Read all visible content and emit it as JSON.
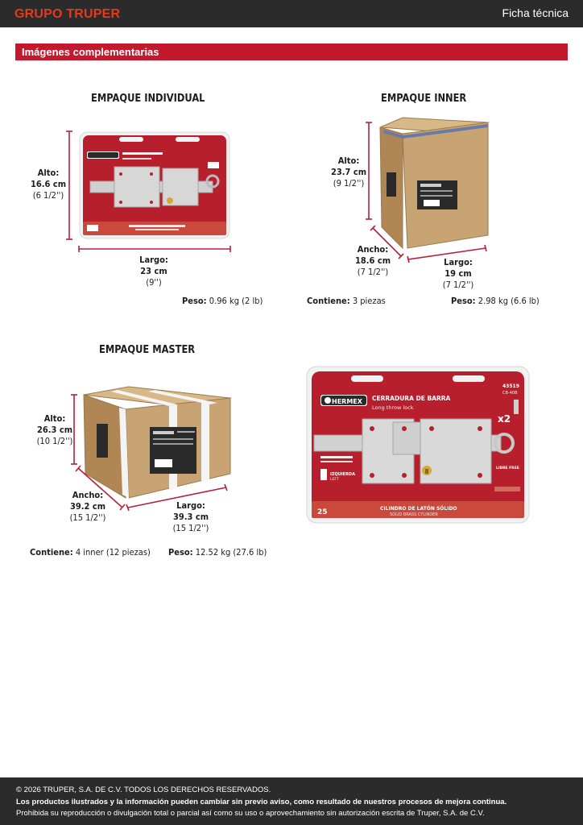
{
  "header": {
    "brand": "GRUPO TRUPER",
    "right_label": "Ficha técnica"
  },
  "section": {
    "title": "Imágenes complementarias"
  },
  "individual": {
    "title": "EMPAQUE INDIVIDUAL",
    "alto_label": "Alto:",
    "alto_cm": "16.6 cm",
    "alto_in": "(6 1/2'')",
    "largo_label": "Largo:",
    "largo_cm": "23 cm",
    "largo_in": "(9'')",
    "peso_label": "Peso:",
    "peso_value": "0.96 kg (2 lb)"
  },
  "inner": {
    "title": "EMPAQUE INNER",
    "alto_label": "Alto:",
    "alto_cm": "23.7 cm",
    "alto_in": "(9 1/2'')",
    "ancho_label": "Ancho:",
    "ancho_cm": "18.6 cm",
    "ancho_in": "(7 1/2'')",
    "largo_label": "Largo:",
    "largo_cm": "19 cm",
    "largo_in": "(7 1/2'')",
    "contiene_label": "Contiene:",
    "contiene_value": "3 piezas",
    "peso_label": "Peso:",
    "peso_value": "2.98 kg (6.6 lb)"
  },
  "master": {
    "title": "EMPAQUE MASTER",
    "alto_label": "Alto:",
    "alto_cm": "26.3 cm",
    "alto_in": "(10 1/2'')",
    "ancho_label": "Ancho:",
    "ancho_cm": "39.2 cm",
    "ancho_in": "(15 1/2'')",
    "largo_label": "Largo:",
    "largo_cm": "39.3 cm",
    "largo_in": "(15 1/2'')",
    "contiene_label": "Contiene:",
    "contiene_value": "4 inner (12 piezas)",
    "peso_label": "Peso:",
    "peso_value": "12.52 kg (27.6 lb)"
  },
  "product": {
    "brand": "HERMEX",
    "name": "CERRADURA DE BARRA",
    "subtitle": "Long throw lock",
    "code": "43519",
    "model": "CB-40B",
    "qty": "x2",
    "side_label": "IZQUIERDA",
    "side_label_en": "LEFT",
    "libre": "LIBRE FREE",
    "bottom_es": "CILINDRO DE LATÓN SÓLIDO",
    "bottom_en": "SOLID BRASS CYLINDER",
    "warranty": "25",
    "box_code": "43519"
  },
  "colors": {
    "brand": "#e53a1e",
    "section": "#c2192f",
    "arrow": "#b5203a",
    "package_red": "#b81f2c",
    "carton": "#c8a474"
  },
  "footer": {
    "line1": "© 2026 TRUPER, S.A. DE C.V. TODOS LOS DERECHOS RESERVADOS.",
    "line2": "Los productos ilustrados y la información pueden cambiar sin previo aviso, como resultado de nuestros procesos de mejora continua.",
    "line3": "Prohibida su reproducción o divulgación total o parcial así como su uso o aprovechamiento sin autorización escrita de Truper, S.A. de C.V."
  }
}
